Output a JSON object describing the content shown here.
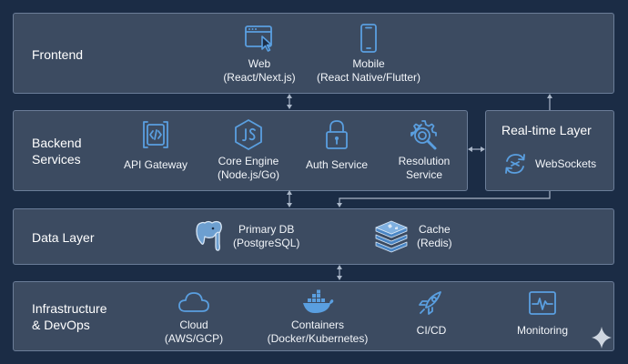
{
  "layers": {
    "frontend": {
      "title": "Frontend"
    },
    "backend": {
      "title": "Backend\nServices"
    },
    "realtime": {
      "title": "Real-time Layer"
    },
    "data": {
      "title": "Data Layer"
    },
    "infra": {
      "title": "Infrastructure\n& DevOps"
    }
  },
  "frontend": {
    "web": {
      "label": "Web\n(React/Next.js)",
      "icon": "browser-window-icon"
    },
    "mobile": {
      "label": "Mobile\n(React Native/Flutter)",
      "icon": "smartphone-icon"
    }
  },
  "backend": {
    "api_gateway": {
      "label": "API Gateway",
      "icon": "api-gateway-icon"
    },
    "core_engine": {
      "label": "Core Engine\n(Node.js/Go)",
      "icon": "nodejs-icon"
    },
    "auth": {
      "label": "Auth Service",
      "icon": "lock-icon"
    },
    "resolution": {
      "label": "Resolution\nService",
      "icon": "gear-search-icon"
    }
  },
  "realtime": {
    "websockets": {
      "label": "WebSockets",
      "icon": "sync-arrows-icon"
    }
  },
  "data": {
    "primary_db": {
      "label": "Primary DB\n(PostgreSQL)",
      "icon": "postgresql-elephant-icon"
    },
    "cache": {
      "label": "Cache\n(Redis)",
      "icon": "redis-stack-icon"
    }
  },
  "infra": {
    "cloud": {
      "label": "Cloud\n(AWS/GCP)",
      "icon": "cloud-icon"
    },
    "containers": {
      "label": "Containers\n(Docker/Kubernetes)",
      "icon": "docker-whale-icon"
    },
    "cicd": {
      "label": "CI/CD",
      "icon": "rocket-icon"
    },
    "monitoring": {
      "label": "Monitoring",
      "icon": "heartbeat-monitor-icon"
    }
  },
  "colors": {
    "background": "#1b2c45",
    "panel": "#3c4b61",
    "panel_border": "#6b7d98",
    "icon_accent": "#5a9fe0",
    "connector": "#a9b6c8"
  }
}
